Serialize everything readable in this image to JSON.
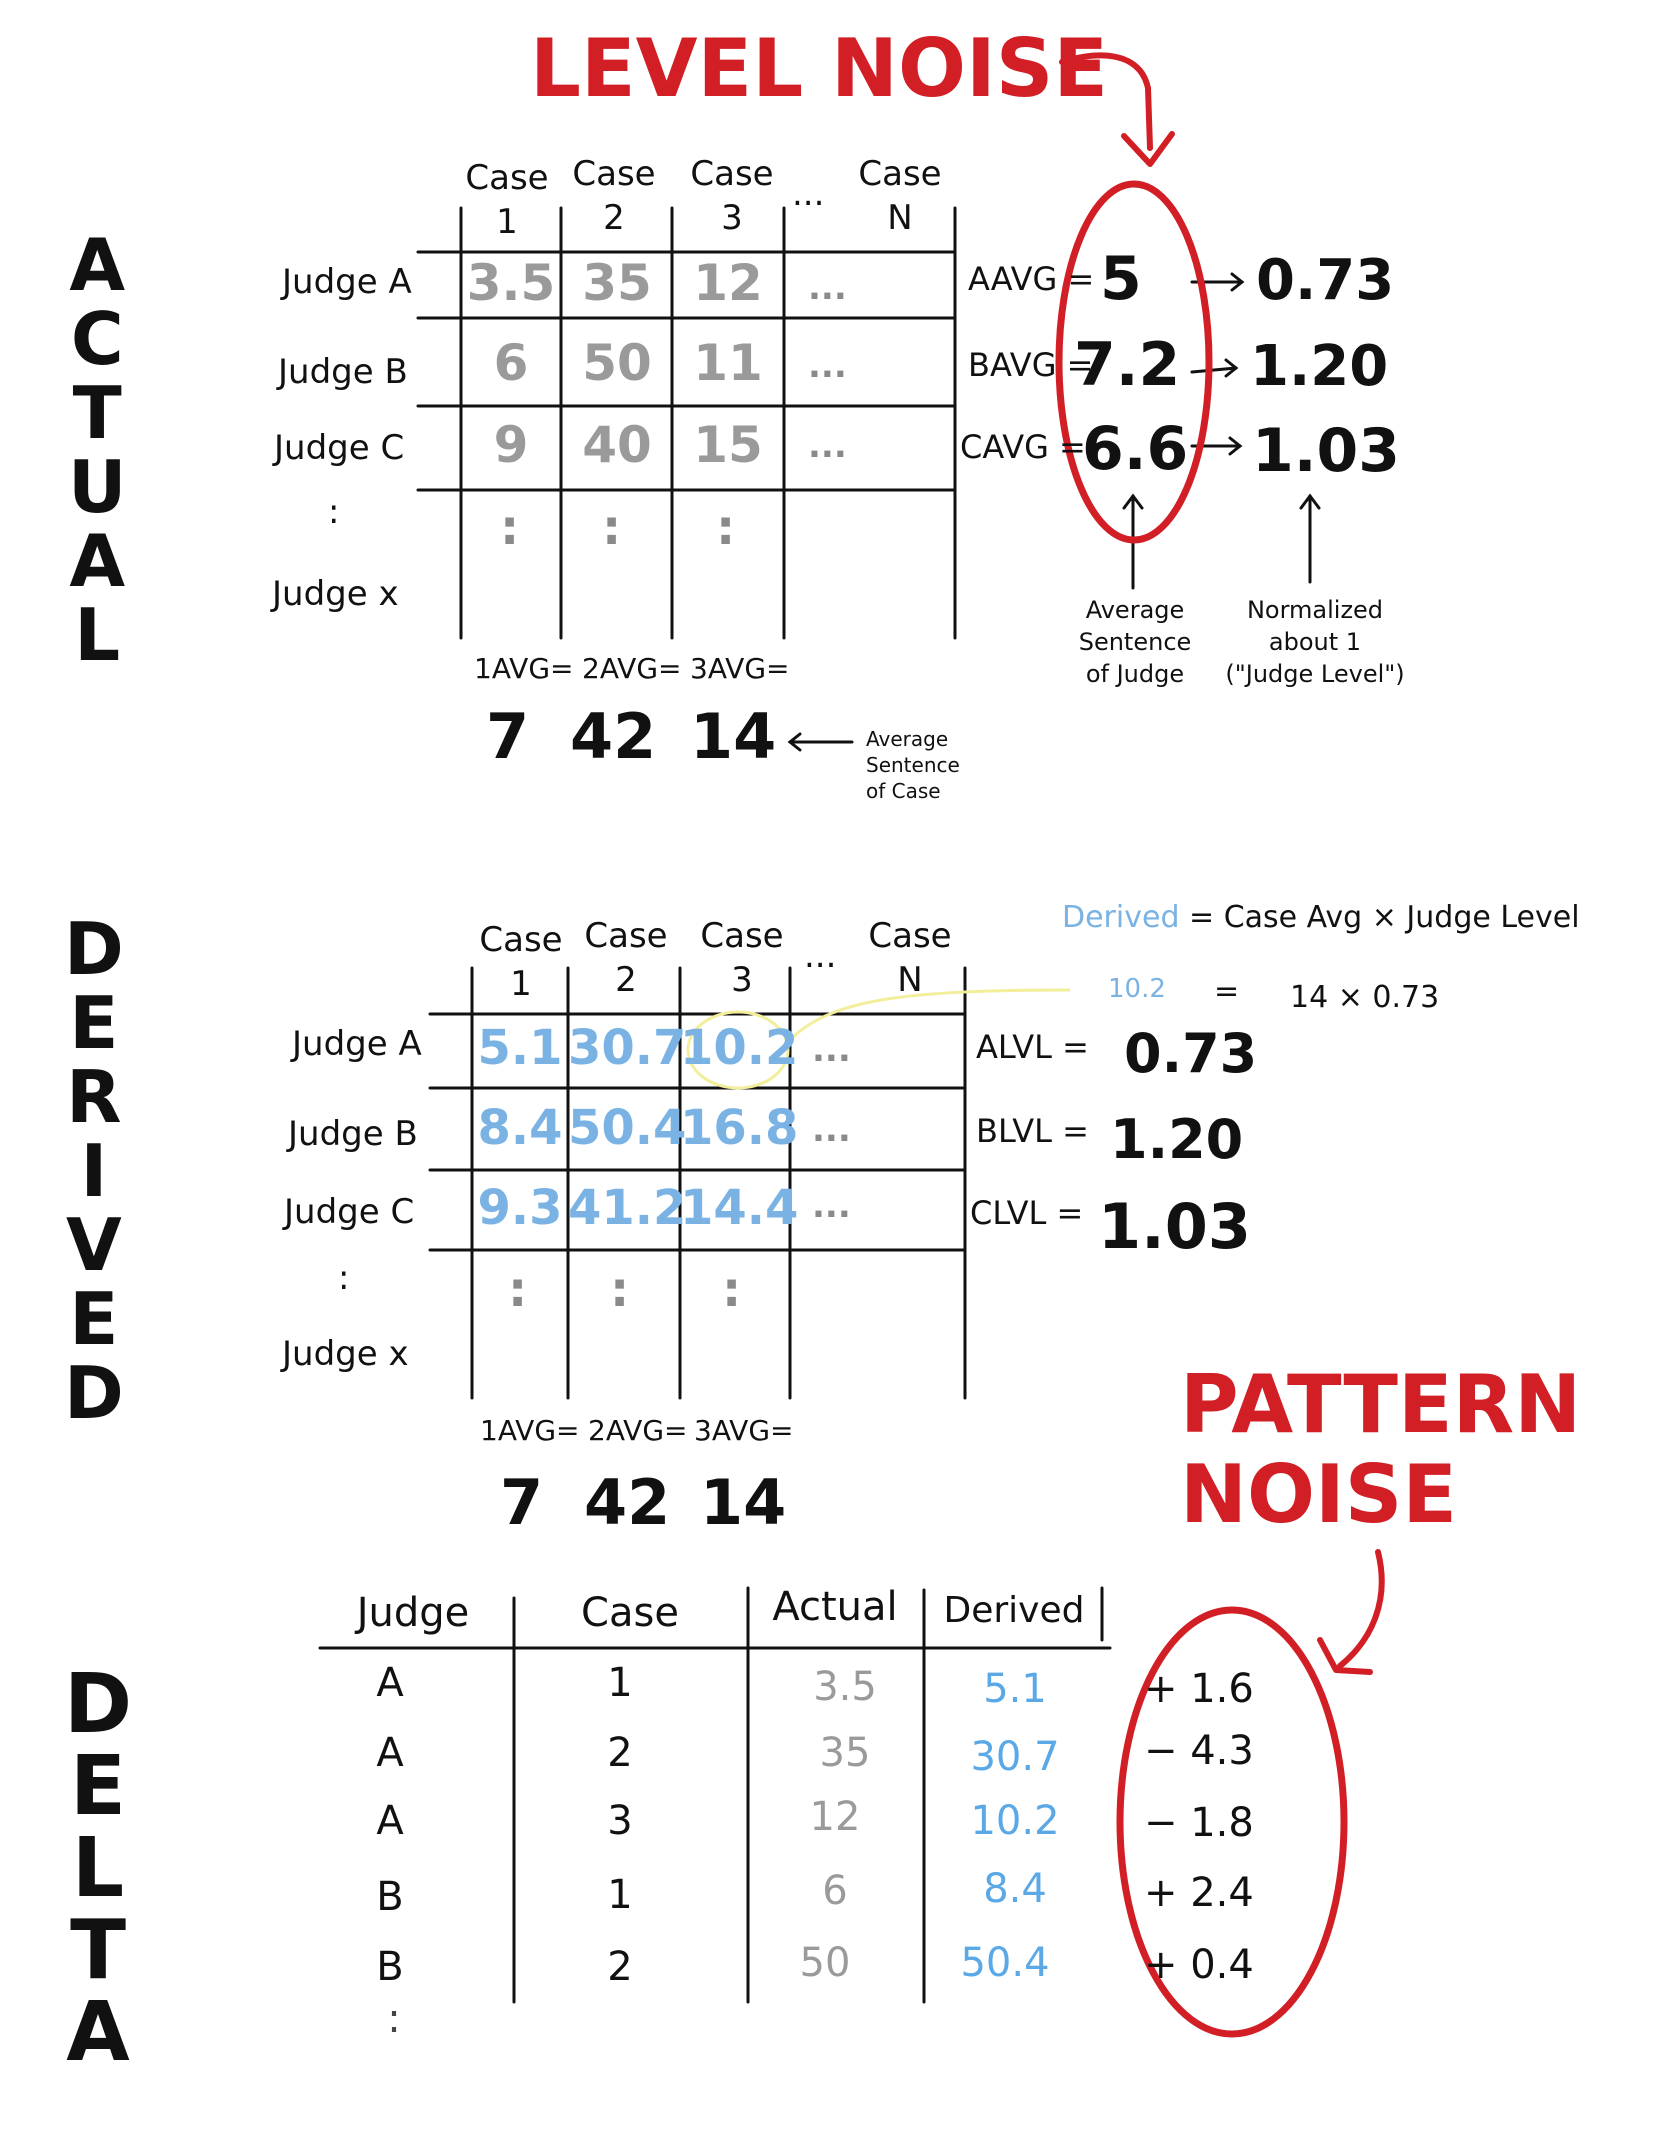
{
  "side_labels": {
    "actual": [
      "A",
      "C",
      "T",
      "U",
      "A",
      "L"
    ],
    "derived": [
      "D",
      "E",
      "R",
      "I",
      "V",
      "E",
      "D"
    ],
    "delta": [
      "D",
      "E",
      "L",
      "T",
      "A"
    ]
  },
  "level_noise_title": "LEVEL NOISE",
  "pattern_noise_title": [
    "PATTERN",
    "NOISE"
  ],
  "case_headers": [
    {
      "top": "Case",
      "bottom": "1"
    },
    {
      "top": "Case",
      "bottom": "2"
    },
    {
      "top": "Case",
      "bottom": "3"
    },
    {
      "top": "Case",
      "bottom": "N"
    }
  ],
  "ellipsis": "...",
  "judges": [
    "Judge A",
    "Judge B",
    "Judge C",
    ":",
    "Judge x"
  ],
  "actual": {
    "rows": [
      [
        "3.5",
        "35",
        "12"
      ],
      [
        "6",
        "50",
        "11"
      ],
      [
        "9",
        "40",
        "15"
      ]
    ],
    "judge_avgs": [
      {
        "label": "AAVG =",
        "value": "5",
        "normalized": "0.73"
      },
      {
        "label": "BAVG =",
        "value": "7.2",
        "normalized": "1.20"
      },
      {
        "label": "CAVG =",
        "value": "6.6",
        "normalized": "1.03"
      }
    ],
    "avg_sentence_judge": [
      "Average",
      "Sentence",
      "of Judge"
    ],
    "normalized_note": [
      "Normalized",
      "about 1",
      "(\"Judge Level\")"
    ],
    "case_avgs": [
      {
        "label": "1AVG=",
        "value": "7"
      },
      {
        "label": "2AVG=",
        "value": "42"
      },
      {
        "label": "3AVG=",
        "value": "14"
      }
    ],
    "avg_sentence_case": [
      "Average",
      "Sentence",
      "of Case"
    ]
  },
  "derived": {
    "formula": {
      "derived": "Derived",
      "rest": "= Case Avg × Judge Level"
    },
    "example": {
      "value": "10.2",
      "eq": "=",
      "rhs": "14 ×  0.73"
    },
    "rows": [
      [
        "5.1",
        "30.7",
        "10.2"
      ],
      [
        "8.4",
        "50.4",
        "16.8"
      ],
      [
        "9.3",
        "41.2",
        "14.4"
      ]
    ],
    "judge_levels": [
      {
        "label": "ALVL =",
        "value": "0.73"
      },
      {
        "label": "BLVL =",
        "value": "1.20"
      },
      {
        "label": "CLVL =",
        "value": "1.03"
      }
    ],
    "case_avgs": [
      {
        "label": "1AVG=",
        "value": "7"
      },
      {
        "label": "2AVG=",
        "value": "42"
      },
      {
        "label": "3AVG=",
        "value": "14"
      }
    ]
  },
  "delta": {
    "headers": [
      "Judge",
      "Case",
      "Actual",
      "Derived"
    ],
    "rows": [
      {
        "judge": "A",
        "case": "1",
        "actual": "3.5",
        "derived": "5.1",
        "delta": "+ 1.6"
      },
      {
        "judge": "A",
        "case": "2",
        "actual": "35",
        "derived": "30.7",
        "delta": "− 4.3"
      },
      {
        "judge": "A",
        "case": "3",
        "actual": "12",
        "derived": "10.2",
        "delta": "− 1.8"
      },
      {
        "judge": "B",
        "case": "1",
        "actual": "6",
        "derived": "8.4",
        "delta": "+ 2.4"
      },
      {
        "judge": "B",
        "case": "2",
        "actual": "50",
        "derived": "50.4",
        "delta": "+ 0.4"
      }
    ],
    "more": ":"
  },
  "colors": {
    "red": "#d21f26",
    "blue": "#7ab3e3",
    "gray": "#9a9a9a",
    "yellow": "#f3ee9a"
  }
}
